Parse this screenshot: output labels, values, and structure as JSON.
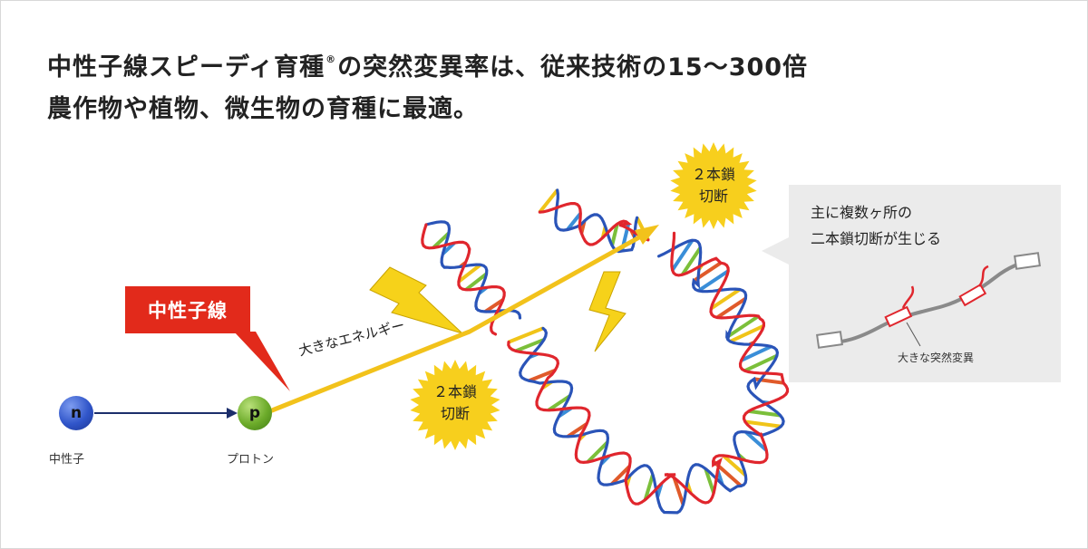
{
  "headline": {
    "line1_pre": "中性子線スピーディ育種",
    "reg_mark": "®",
    "line1_post": "の突然変異率は、従来技術の15〜300倍",
    "line2": "農作物や植物、微生物の育種に最適。"
  },
  "neutron_beam_callout": "中性子線",
  "particles": {
    "n": {
      "symbol": "n",
      "label": "中性子"
    },
    "p": {
      "symbol": "p",
      "label": "プロトン"
    }
  },
  "energy_label": "大きなエネルギー",
  "burst_top": "２本鎖\n切断",
  "burst_bottom": "２本鎖\n切断",
  "panel": {
    "title": "主に複数ヶ所の\n二本鎖切断が生じる",
    "mutation_label": "大きな突然変異"
  },
  "colors": {
    "dna_red": "#e0262d",
    "dna_blue": "#2a54b8",
    "beam": "#f2c21b",
    "lightning": "#f6d21a",
    "burst": "#f7cf1d",
    "callout": "#e22a1b",
    "panel_bg": "#ebebeb",
    "rung_colors": [
      "#f0c419",
      "#7bbf3a",
      "#3a8ed8",
      "#e05a2a"
    ]
  }
}
